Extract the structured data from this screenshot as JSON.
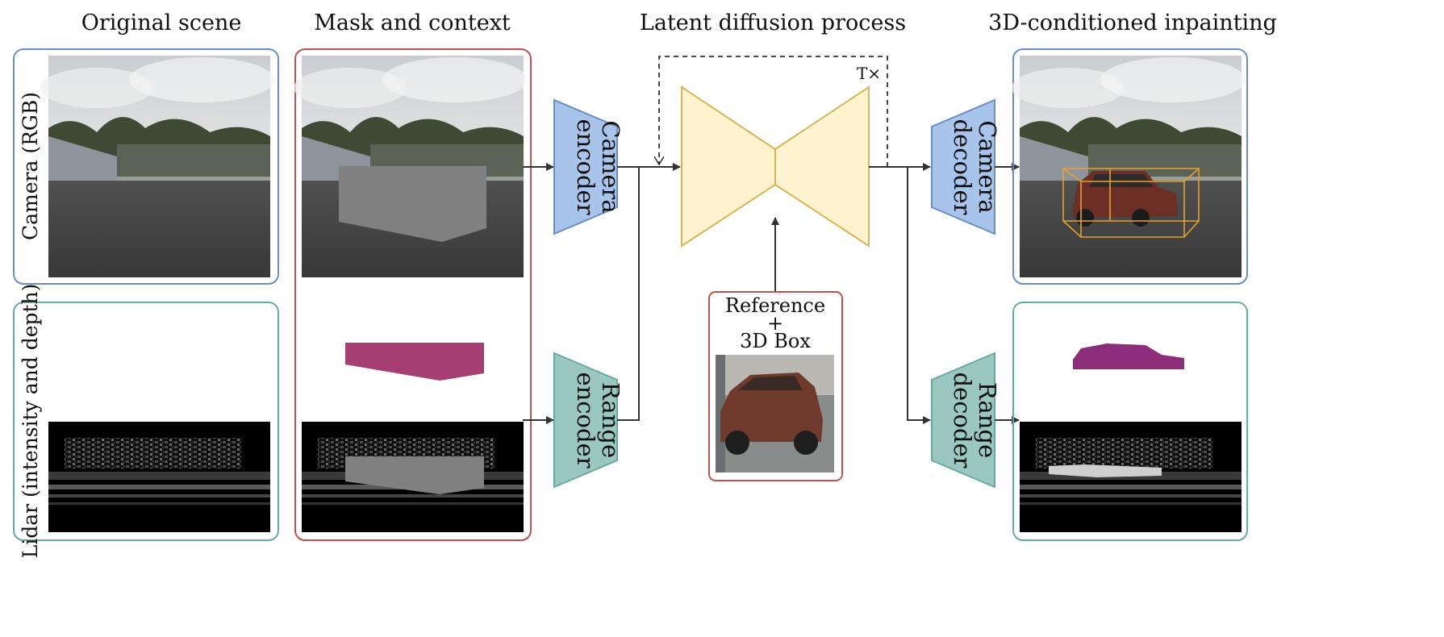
{
  "headers": {
    "original": "Original scene",
    "mask": "Mask and context",
    "diffusion": "Latent diffusion process",
    "inpaint": "3D-conditioned inpainting"
  },
  "side_labels": {
    "camera": "Camera (RGB)",
    "lidar": "Lidar (intensity and depth)"
  },
  "blocks": {
    "camera_encoder": [
      "Camera",
      "encoder"
    ],
    "range_encoder": [
      "Range",
      "encoder"
    ],
    "camera_decoder": [
      "Camera",
      "decoder"
    ],
    "range_decoder": [
      "Range",
      "decoder"
    ]
  },
  "loop_label": "T×",
  "reference": [
    "Reference",
    "+",
    "3D Box"
  ],
  "colors": {
    "camera_border": "#6c8ebf",
    "lidar_border": "#67ab9f",
    "mask_border": "#b85450",
    "encoder_camera_fill": "#a9c4eb",
    "encoder_range_fill": "#9ac7bf",
    "unet_fill": "#fdf3cf",
    "unet_stroke": "#d6b656",
    "mask_gray": "#808080",
    "mask_magenta": "#a63d73",
    "box_orange": "#e3a32c",
    "arrow": "#333333"
  }
}
